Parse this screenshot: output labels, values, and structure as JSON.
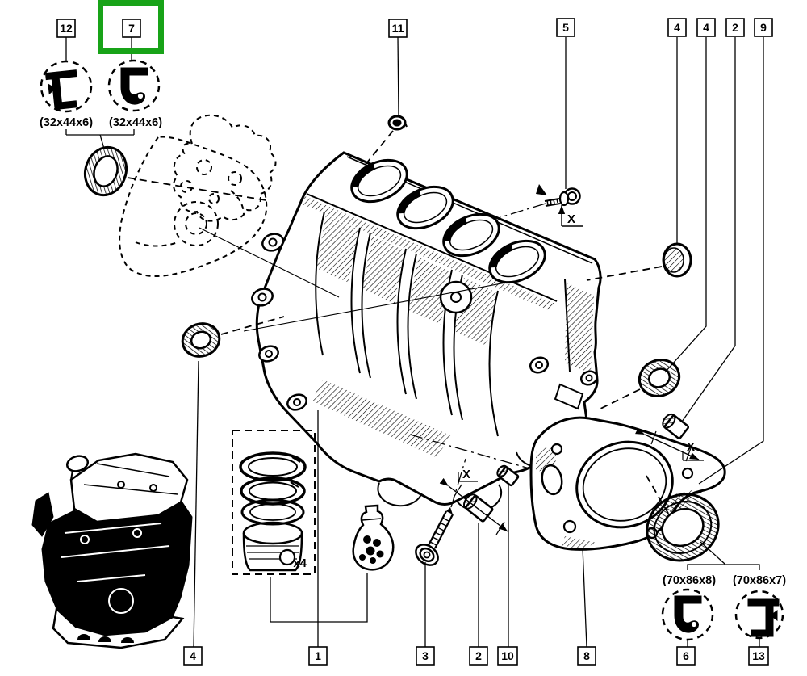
{
  "callouts_top": [
    {
      "label": "12"
    },
    {
      "label": "7"
    },
    {
      "label": "11"
    },
    {
      "label": "5"
    },
    {
      "label": "4"
    },
    {
      "label": "4"
    },
    {
      "label": "2"
    },
    {
      "label": "9"
    }
  ],
  "callouts_bottom": [
    {
      "label": "4"
    },
    {
      "label": "1"
    },
    {
      "label": "3"
    },
    {
      "label": "2"
    },
    {
      "label": "10"
    },
    {
      "label": "8"
    },
    {
      "label": "6"
    },
    {
      "label": "13"
    }
  ],
  "highlight": {
    "callout": "7",
    "color": "#18A318"
  },
  "seal_specs": {
    "front_seal_12": "(32x44x6)",
    "front_seal_7": "(32x44x6)",
    "rear_seal_6": "(70x86x8)",
    "rear_seal_13": "(70x86x7)"
  },
  "piston_set": {
    "quantity_label": "x4"
  },
  "dimension_marker": {
    "label": "X"
  },
  "colors": {
    "background": "#FFFFFF",
    "line": "#000000",
    "highlight_green": "#18A318"
  }
}
